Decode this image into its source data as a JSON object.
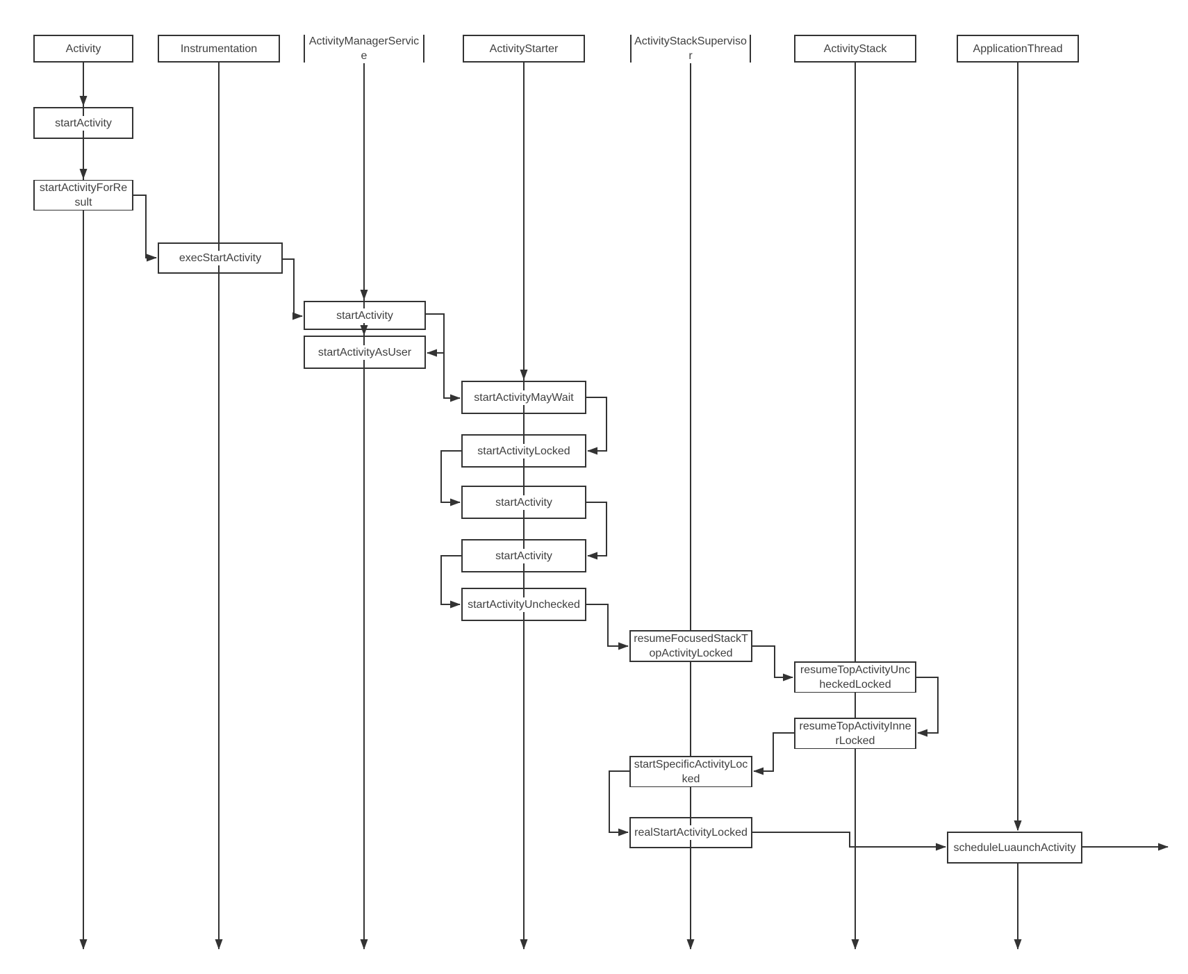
{
  "diagram": {
    "type": "sequence-flow-diagram",
    "actors": [
      {
        "label": "Activity"
      },
      {
        "label": "Instrumentation"
      },
      {
        "label": "ActivityManagerService"
      },
      {
        "label": "ActivityStarter"
      },
      {
        "label": "ActivityStackSupervisor"
      },
      {
        "label": "ActivityStack"
      },
      {
        "label": "ApplicationThread"
      }
    ],
    "calls": [
      {
        "label": "startActivity",
        "actor": "Activity"
      },
      {
        "label": "startActivityForResult",
        "actor": "Activity"
      },
      {
        "label": "execStartActivity",
        "actor": "Instrumentation"
      },
      {
        "label": "startActivity",
        "actor": "ActivityManagerService"
      },
      {
        "label": "startActivityAsUser",
        "actor": "ActivityManagerService"
      },
      {
        "label": "startActivityMayWait",
        "actor": "ActivityStarter"
      },
      {
        "label": "startActivityLocked",
        "actor": "ActivityStarter"
      },
      {
        "label": "startActivity",
        "actor": "ActivityStarter"
      },
      {
        "label": "startActivity",
        "actor": "ActivityStarter"
      },
      {
        "label": "startActivityUnchecked",
        "actor": "ActivityStarter"
      },
      {
        "label": "resumeFocusedStackTopActivityLocked",
        "actor": "ActivityStackSupervisor"
      },
      {
        "label": "resumeTopActivityUncheckedLocked",
        "actor": "ActivityStack"
      },
      {
        "label": "resumeTopActivityInnerLocked",
        "actor": "ActivityStack"
      },
      {
        "label": "startSpecificActivityLocked",
        "actor": "ActivityStackSupervisor"
      },
      {
        "label": "realStartActivityLocked",
        "actor": "ActivityStackSupervisor"
      },
      {
        "label": "scheduleLuaunchActivity",
        "actor": "ApplicationThread"
      }
    ]
  },
  "colors": {
    "line": "#333333",
    "text": "#3f3f3f",
    "bg": "#ffffff"
  }
}
